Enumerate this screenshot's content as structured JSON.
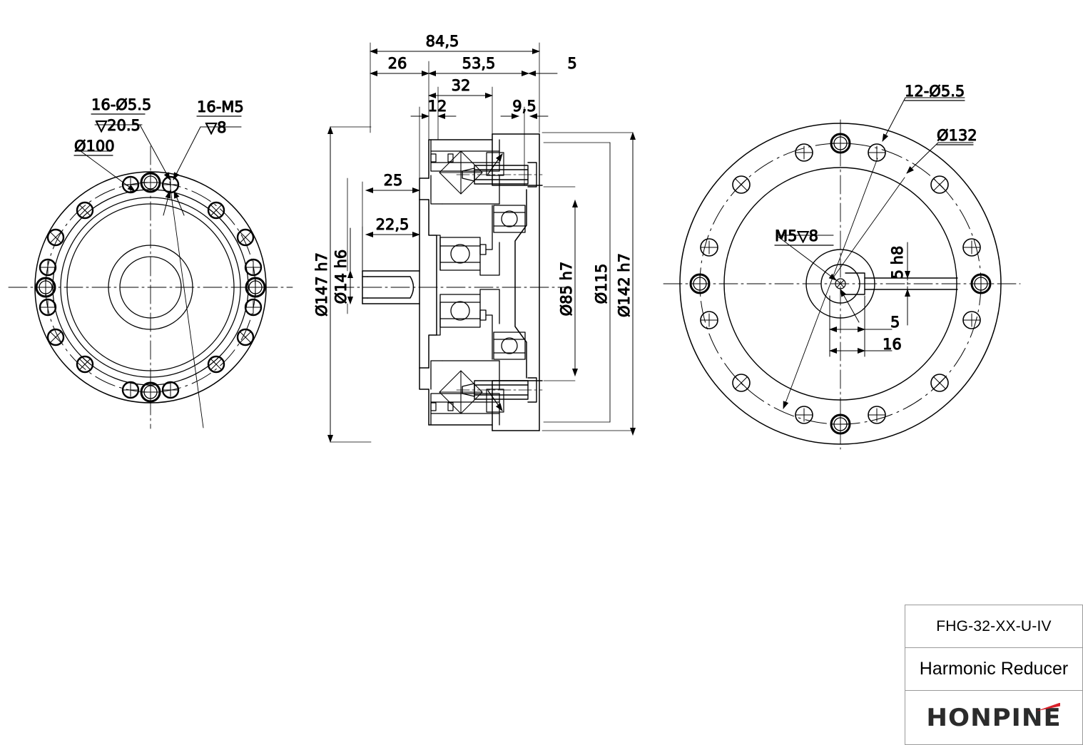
{
  "drawing": {
    "type": "engineering-drawing",
    "discipline": "mechanical",
    "subject": "Harmonic Reducer cross-section and end views",
    "background": "#ffffff",
    "line_color": "#000000"
  },
  "title_block": {
    "model_code": "FHG-32-XX-U-IV",
    "product_name": "Harmonic Reducer",
    "brand": "HONPINE",
    "brand_accent_color": "#d8202a",
    "brand_text_color": "#2b2b2b",
    "border_color": "#9a9a9a"
  },
  "views": {
    "left": {
      "name": "input-side-end-view",
      "annotations": [
        {
          "key": "counterbore_holes",
          "line1": "16-Ø5.5",
          "line2": "▽20.5"
        },
        {
          "key": "tapped_holes",
          "line1": "16-M5",
          "line2": "▽8"
        },
        {
          "key": "bolt_circle",
          "text": "Ø100"
        }
      ],
      "circles_mm": {
        "outer": 147,
        "bolt_circle": 100,
        "inner_rings": [
          132,
          115,
          85,
          50,
          38
        ]
      },
      "hole_count": 16
    },
    "section": {
      "name": "cross-section-view",
      "horizontal_dimensions": [
        "84,5",
        "26",
        "53,5",
        "5",
        "32",
        "12",
        "9,5",
        "25",
        "22,5"
      ],
      "vertical_dimensions": [
        "Ø147 h7",
        "Ø14 h6",
        "Ø85 h7",
        "Ø115",
        "Ø142 h7"
      ]
    },
    "right": {
      "name": "output-side-end-view",
      "annotations": [
        {
          "key": "through_holes",
          "text": "12-Ø5.5"
        },
        {
          "key": "bolt_circle",
          "text": "Ø132"
        },
        {
          "key": "center_tap",
          "text": "M5▽8"
        },
        {
          "key": "keyway_depth",
          "text": "5 h8"
        },
        {
          "key": "keyway_width",
          "text": "5"
        },
        {
          "key": "keyway_length",
          "text": "16"
        }
      ],
      "hole_count": 12
    }
  },
  "dimension_values": {
    "overall_length": "84,5",
    "input_housing_length": "26",
    "body_length": "53,5",
    "flange_thickness": "5",
    "dim_32": "32",
    "dim_12": "12",
    "dim_9_5": "9,5",
    "dim_25": "25",
    "dim_22_5": "22,5",
    "outer_diameter": "Ø147 h7",
    "shaft_diameter": "Ø14 h6",
    "pilot_diameter": "Ø85 h7",
    "mid_diameter": "Ø115",
    "flange_diameter": "Ø142 h7",
    "left_bolt_circle": "Ø100",
    "right_bolt_circle": "Ø132",
    "left_clearance_holes": "16-Ø5.5",
    "left_clearance_depth": "▽20.5",
    "left_tapped_holes": "16-M5",
    "left_tapped_depth": "▽8",
    "right_clearance_holes": "12-Ø5.5",
    "center_thread": "M5▽8",
    "keyway_height": "5 h8",
    "keyway_width": "5",
    "keyway_length": "16"
  }
}
